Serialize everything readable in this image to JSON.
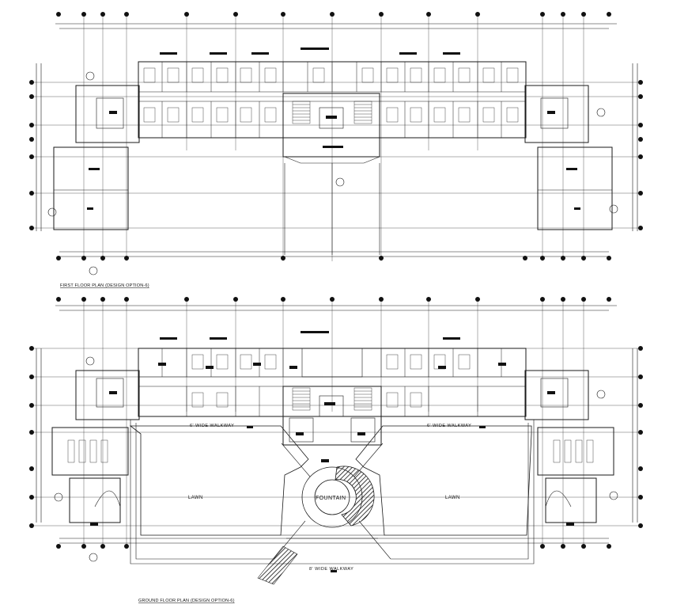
{
  "first_floor": {
    "title": "FIRST FLOOR PLAN  (DESIGN OPTION-6)"
  },
  "ground_floor": {
    "title": "GROUND FLOOR PLAN  (DESIGN OPTION-6)",
    "lawn_left": "LAWN",
    "lawn_right": "LAWN",
    "fountain": "FOUNTAIN",
    "walkway_left": "6' WIDE WALKWAY",
    "walkway_right": "6' WIDE WALKWAY",
    "walkway_bottom": "8' WIDE WALKWAY"
  }
}
